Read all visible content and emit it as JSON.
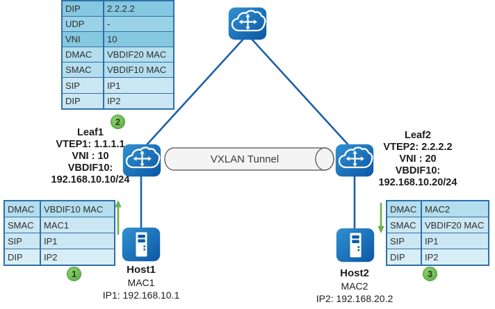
{
  "tunnel": {
    "label": "VXLAN Tunnel"
  },
  "nodes": {
    "leaf1": {
      "lines": [
        "Leaf1",
        "VTEP1: 1.1.1.1",
        "VNI : 10",
        "VBDIF10:",
        "192.168.10.10/24"
      ]
    },
    "leaf2": {
      "lines": [
        "Leaf2",
        "VTEP2: 2.2.2.2",
        "VNI : 20",
        "VBDIF10:",
        "192.168.10.20/24"
      ]
    },
    "host1": {
      "lines": [
        "Host1",
        "MAC1",
        "IP1: 192.168.10.1"
      ]
    },
    "host2": {
      "lines": [
        "Host2",
        "MAC2",
        "IP2: 192.168.20.2"
      ]
    }
  },
  "tables": {
    "vxlan_encap_packet": {
      "badge": "2",
      "rows": [
        [
          "DIP",
          "2.2.2.2"
        ],
        [
          "UDP",
          "-"
        ],
        [
          "VNI",
          "10"
        ],
        [
          "DMAC",
          "VBDIF20 MAC"
        ],
        [
          "SMAC",
          "VBDIF10 MAC"
        ],
        [
          "SIP",
          "IP1"
        ],
        [
          "DIP",
          "IP2"
        ]
      ]
    },
    "host1_frame": {
      "badge": "1",
      "rows": [
        [
          "DMAC",
          "VBDIF10 MAC"
        ],
        [
          "SMAC",
          "MAC1"
        ],
        [
          "SIP",
          "IP1"
        ],
        [
          "DIP",
          "IP2"
        ]
      ]
    },
    "host2_frame": {
      "badge": "3",
      "rows": [
        [
          "DMAC",
          "MAC2"
        ],
        [
          "SMAC",
          "VBDIF20 MAC"
        ],
        [
          "SIP",
          "IP1"
        ],
        [
          "DIP",
          "IP2"
        ]
      ]
    }
  },
  "colors": {
    "icon_blue": "#1467b2",
    "link_blue": "#1d5fa8",
    "table_border_blue": "#2f6fa7",
    "badge_green": "#5aab43",
    "arrow_green": "#6ab04c"
  }
}
